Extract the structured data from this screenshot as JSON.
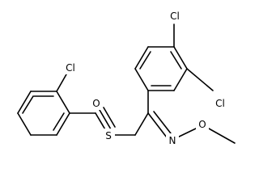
{
  "atoms": {
    "cl_top": "Cl",
    "cl_right": "Cl",
    "cl_left": "Cl",
    "oxygen_sulfoxide": "O",
    "sulfur": "S",
    "nitrogen": "N",
    "oxygen_methoxy": "O"
  }
}
